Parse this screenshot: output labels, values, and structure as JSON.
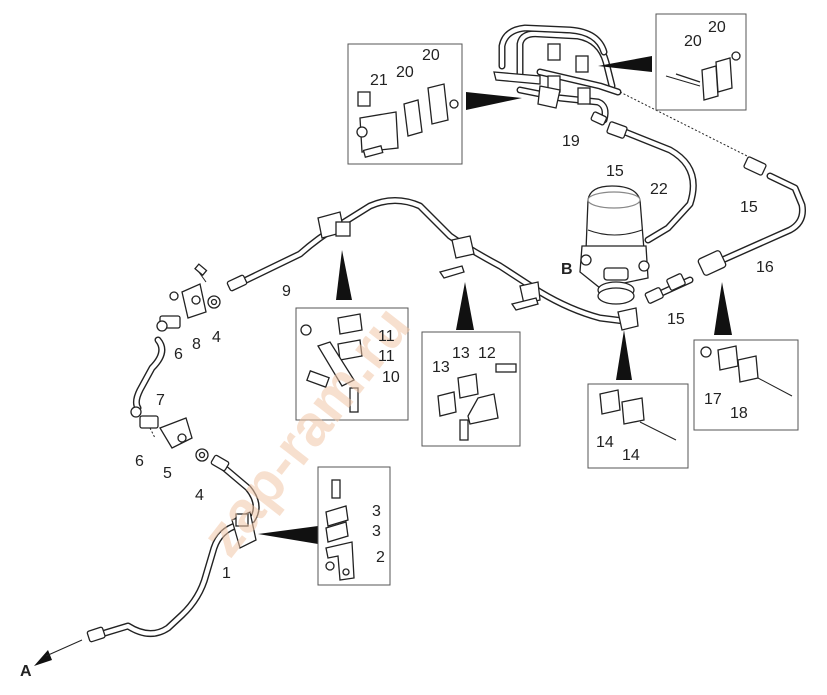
{
  "diagram": {
    "corner_mark": "",
    "watermark": "zap-ram.ru",
    "labels": [
      {
        "id": "l1",
        "text": "1"
      },
      {
        "id": "l2",
        "text": "2"
      },
      {
        "id": "l3a",
        "text": "3"
      },
      {
        "id": "l3b",
        "text": "3"
      },
      {
        "id": "l4a",
        "text": "4"
      },
      {
        "id": "l4b",
        "text": "4"
      },
      {
        "id": "l5",
        "text": "5"
      },
      {
        "id": "l6a",
        "text": "6"
      },
      {
        "id": "l6b",
        "text": "6"
      },
      {
        "id": "l7",
        "text": "7"
      },
      {
        "id": "l8",
        "text": "8"
      },
      {
        "id": "l9",
        "text": "9"
      },
      {
        "id": "l10",
        "text": "10"
      },
      {
        "id": "l11a",
        "text": "11"
      },
      {
        "id": "l11b",
        "text": "11"
      },
      {
        "id": "l12",
        "text": "12"
      },
      {
        "id": "l13a",
        "text": "13"
      },
      {
        "id": "l13b",
        "text": "13"
      },
      {
        "id": "l14a",
        "text": "14"
      },
      {
        "id": "l14b",
        "text": "14"
      },
      {
        "id": "l15a",
        "text": "15"
      },
      {
        "id": "l15b",
        "text": "15"
      },
      {
        "id": "l15c",
        "text": "15"
      },
      {
        "id": "l16",
        "text": "16"
      },
      {
        "id": "l17",
        "text": "17"
      },
      {
        "id": "l18",
        "text": "18"
      },
      {
        "id": "l19",
        "text": "19"
      },
      {
        "id": "l20a",
        "text": "20"
      },
      {
        "id": "l20b",
        "text": "20"
      },
      {
        "id": "l20c",
        "text": "20"
      },
      {
        "id": "l20d",
        "text": "20"
      },
      {
        "id": "l21",
        "text": "21"
      },
      {
        "id": "l22",
        "text": "22"
      },
      {
        "id": "lA",
        "text": "A"
      },
      {
        "id": "lB",
        "text": "B"
      }
    ]
  }
}
